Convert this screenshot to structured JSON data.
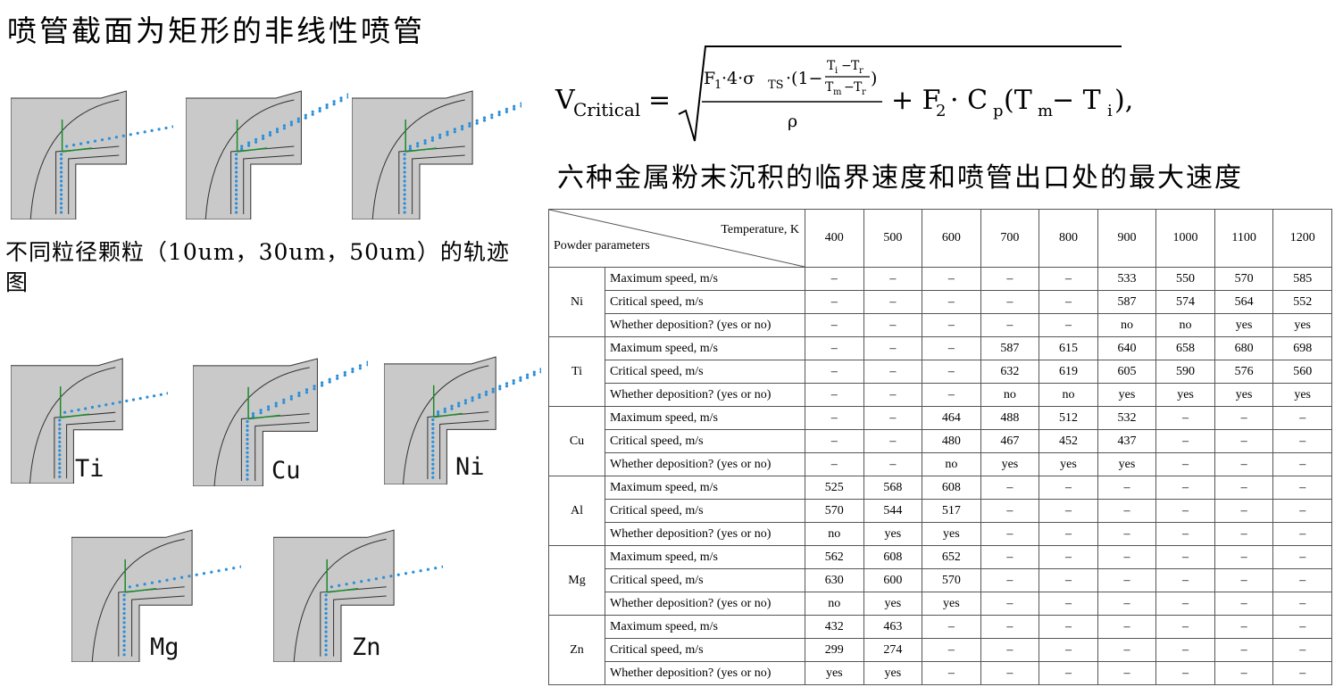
{
  "title": "喷管截面为矩形的非线性喷管",
  "caption": "不同粒径颗粒（10um，30um，50um）的轨迹图",
  "subheading": "六种金属粉末沉积的临界速度和喷管出口处的最大速度",
  "formula": {
    "v": "V",
    "v_sub": "Critical",
    "equals": "=",
    "f1": "F",
    "f1_sub": "1",
    "four": "·4·σ",
    "sigma_sub": "TS",
    "one_minus": "·(1−",
    "ti": "T",
    "ti_sub": "i",
    "minus": "−",
    "tr": "T",
    "tr_sub": "r",
    "tm": "T",
    "tm_sub": "m",
    "close": ")",
    "rho": "ρ",
    "plus": "+ F",
    "f2_sub": "2",
    "cp": "· C",
    "cp_sub": "p",
    "paren_open": "(T",
    "paren_tm_sub": "m",
    "paren_minus": " − T",
    "paren_ti_sub": "i",
    "paren_close": "),"
  },
  "sims_top": [
    {
      "label": ""
    },
    {
      "label": ""
    },
    {
      "label": ""
    }
  ],
  "sims_bottom": [
    {
      "label": "Ti"
    },
    {
      "label": "Cu"
    },
    {
      "label": "Ni"
    },
    {
      "label": "Mg"
    },
    {
      "label": "Zn"
    }
  ],
  "table": {
    "header_temperature": "Temperature, K",
    "header_powder": "Powder parameters",
    "temperatures": [
      "400",
      "500",
      "600",
      "700",
      "800",
      "900",
      "1000",
      "1100",
      "1200"
    ],
    "metals": [
      {
        "name": "Ni",
        "rows": [
          {
            "param": "Maximum speed, m/s",
            "values": [
              "–",
              "–",
              "–",
              "–",
              "–",
              "533",
              "550",
              "570",
              "585"
            ]
          },
          {
            "param": "Critical speed, m/s",
            "values": [
              "–",
              "–",
              "–",
              "–",
              "–",
              "587",
              "574",
              "564",
              "552"
            ]
          },
          {
            "param": "Whether deposition? (yes or no)",
            "values": [
              "–",
              "–",
              "–",
              "–",
              "–",
              "no",
              "no",
              "yes",
              "yes"
            ]
          }
        ]
      },
      {
        "name": "Ti",
        "rows": [
          {
            "param": "Maximum speed, m/s",
            "values": [
              "–",
              "–",
              "–",
              "587",
              "615",
              "640",
              "658",
              "680",
              "698"
            ]
          },
          {
            "param": "Critical speed, m/s",
            "values": [
              "–",
              "–",
              "–",
              "632",
              "619",
              "605",
              "590",
              "576",
              "560"
            ]
          },
          {
            "param": "Whether deposition? (yes or no)",
            "values": [
              "–",
              "–",
              "–",
              "no",
              "no",
              "yes",
              "yes",
              "yes",
              "yes"
            ]
          }
        ]
      },
      {
        "name": "Cu",
        "rows": [
          {
            "param": "Maximum speed, m/s",
            "values": [
              "–",
              "–",
              "464",
              "488",
              "512",
              "532",
              "–",
              "–",
              "–"
            ]
          },
          {
            "param": "Critical speed, m/s",
            "values": [
              "–",
              "–",
              "480",
              "467",
              "452",
              "437",
              "–",
              "–",
              "–"
            ]
          },
          {
            "param": "Whether deposition? (yes or no)",
            "values": [
              "–",
              "–",
              "no",
              "yes",
              "yes",
              "yes",
              "–",
              "–",
              "–"
            ]
          }
        ]
      },
      {
        "name": "Al",
        "rows": [
          {
            "param": "Maximum speed, m/s",
            "values": [
              "525",
              "568",
              "608",
              "–",
              "–",
              "–",
              "–",
              "–",
              "–"
            ]
          },
          {
            "param": "Critical speed, m/s",
            "values": [
              "570",
              "544",
              "517",
              "–",
              "–",
              "–",
              "–",
              "–",
              "–"
            ]
          },
          {
            "param": "Whether deposition? (yes or no)",
            "values": [
              "no",
              "yes",
              "yes",
              "–",
              "–",
              "–",
              "–",
              "–",
              "–"
            ]
          }
        ]
      },
      {
        "name": "Mg",
        "rows": [
          {
            "param": "Maximum speed, m/s",
            "values": [
              "562",
              "608",
              "652",
              "–",
              "–",
              "–",
              "–",
              "–",
              "–"
            ]
          },
          {
            "param": "Critical speed, m/s",
            "values": [
              "630",
              "600",
              "570",
              "–",
              "–",
              "–",
              "–",
              "–",
              "–"
            ]
          },
          {
            "param": "Whether deposition? (yes or no)",
            "values": [
              "no",
              "yes",
              "yes",
              "–",
              "–",
              "–",
              "–",
              "–",
              "–"
            ]
          }
        ]
      },
      {
        "name": "Zn",
        "rows": [
          {
            "param": "Maximum speed, m/s",
            "values": [
              "432",
              "463",
              "–",
              "–",
              "–",
              "–",
              "–",
              "–",
              "–"
            ]
          },
          {
            "param": "Critical speed, m/s",
            "values": [
              "299",
              "274",
              "–",
              "–",
              "–",
              "–",
              "–",
              "–",
              "–"
            ]
          },
          {
            "param": "Whether deposition? (yes or no)",
            "values": [
              "yes",
              "yes",
              "–",
              "–",
              "–",
              "–",
              "–",
              "–",
              "–"
            ]
          }
        ]
      }
    ]
  },
  "colors": {
    "nozzle_fill": "#c9c9c9",
    "nozzle_line": "#333333",
    "particle": "#2b8fd8",
    "axis_green": "#1a8a2a"
  }
}
